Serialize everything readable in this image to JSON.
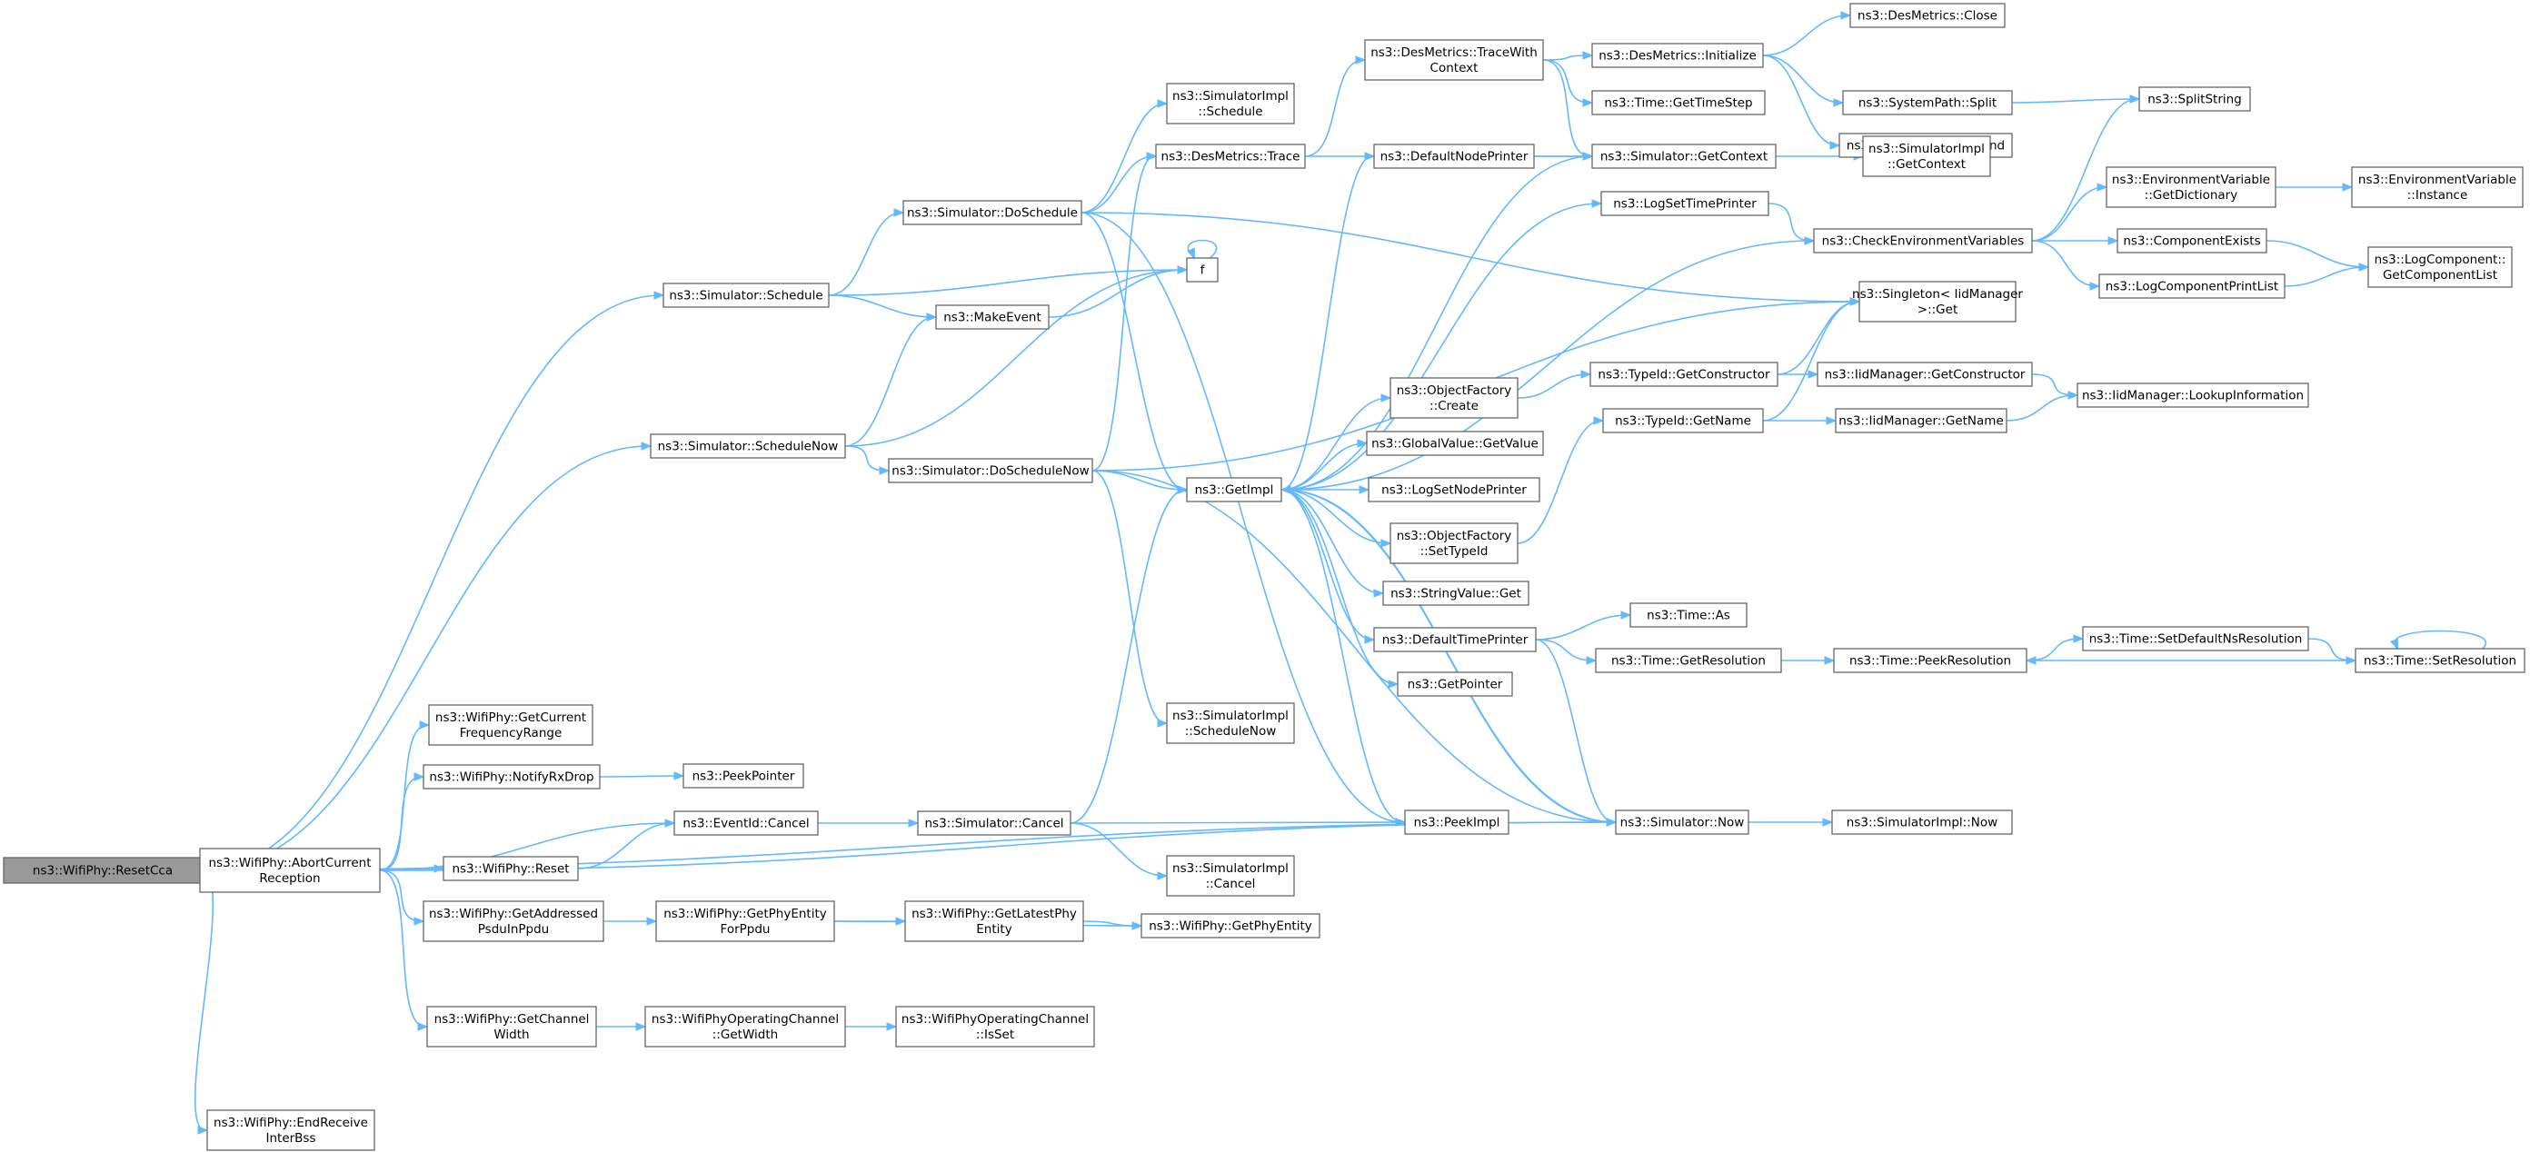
{
  "nodes": [
    {
      "id": "resetcca",
      "lines": [
        "ns3::WifiPhy::ResetCca"
      ]
    },
    {
      "id": "abortrx",
      "lines": [
        "ns3::WifiPhy::AbortCurrent",
        "Reception"
      ]
    },
    {
      "id": "endrxinterbss",
      "lines": [
        "ns3::WifiPhy::EndReceive",
        "InterBss"
      ]
    },
    {
      "id": "schedule",
      "lines": [
        "ns3::Simulator::Schedule"
      ]
    },
    {
      "id": "schedulenow",
      "lines": [
        "ns3::Simulator::ScheduleNow"
      ]
    },
    {
      "id": "getcurfreq",
      "lines": [
        "ns3::WifiPhy::GetCurrent",
        "FrequencyRange"
      ]
    },
    {
      "id": "notifyrxdrop",
      "lines": [
        "ns3::WifiPhy::NotifyRxDrop"
      ]
    },
    {
      "id": "wifireset",
      "lines": [
        "ns3::WifiPhy::Reset"
      ]
    },
    {
      "id": "getaddrpsdu",
      "lines": [
        "ns3::WifiPhy::GetAddressed",
        "PsduInPpdu"
      ]
    },
    {
      "id": "getchanwidth",
      "lines": [
        "ns3::WifiPhy::GetChannel",
        "Width"
      ]
    },
    {
      "id": "doschedule",
      "lines": [
        "ns3::Simulator::DoSchedule"
      ]
    },
    {
      "id": "makeevent",
      "lines": [
        "ns3::MakeEvent"
      ]
    },
    {
      "id": "doschedulenow",
      "lines": [
        "ns3::Simulator::DoScheduleNow"
      ]
    },
    {
      "id": "peekpointer",
      "lines": [
        "ns3::PeekPointer"
      ]
    },
    {
      "id": "eventcancel",
      "lines": [
        "ns3::EventId::Cancel"
      ]
    },
    {
      "id": "getphyentityforppdu",
      "lines": [
        "ns3::WifiPhy::GetPhyEntity",
        "ForPpdu"
      ]
    },
    {
      "id": "opchangetwidth",
      "lines": [
        "ns3::WifiPhyOperatingChannel",
        "::GetWidth"
      ]
    },
    {
      "id": "simimplschedule",
      "lines": [
        "ns3::SimulatorImpl",
        "::Schedule"
      ]
    },
    {
      "id": "desmetricstrace",
      "lines": [
        "ns3::DesMetrics::Trace"
      ]
    },
    {
      "id": "f",
      "lines": [
        "f"
      ]
    },
    {
      "id": "getimpl",
      "lines": [
        "ns3::GetImpl"
      ]
    },
    {
      "id": "simimplschedulenow",
      "lines": [
        "ns3::SimulatorImpl",
        "::ScheduleNow"
      ]
    },
    {
      "id": "simcancel",
      "lines": [
        "ns3::Simulator::Cancel"
      ]
    },
    {
      "id": "getlatestphyentity",
      "lines": [
        "ns3::WifiPhy::GetLatestPhy",
        "Entity"
      ]
    },
    {
      "id": "getphyentity",
      "lines": [
        "ns3::WifiPhy::GetPhyEntity"
      ]
    },
    {
      "id": "opchanisset",
      "lines": [
        "ns3::WifiPhyOperatingChannel",
        "::IsSet"
      ]
    },
    {
      "id": "simimplcancel",
      "lines": [
        "ns3::SimulatorImpl",
        "::Cancel"
      ]
    },
    {
      "id": "tracewithcontext",
      "lines": [
        "ns3::DesMetrics::TraceWith",
        "Context"
      ]
    },
    {
      "id": "defaultnodeprinter",
      "lines": [
        "ns3::DefaultNodePrinter"
      ]
    },
    {
      "id": "objfactcreate",
      "lines": [
        "ns3::ObjectFactory",
        "::Create"
      ]
    },
    {
      "id": "globalvalueget",
      "lines": [
        "ns3::GlobalValue::GetValue"
      ]
    },
    {
      "id": "logsetnodeprinter",
      "lines": [
        "ns3::LogSetNodePrinter"
      ]
    },
    {
      "id": "objfactsettypeid",
      "lines": [
        "ns3::ObjectFactory",
        "::SetTypeId"
      ]
    },
    {
      "id": "stringvalueget",
      "lines": [
        "ns3::StringValue::Get"
      ]
    },
    {
      "id": "defaulttimeprinter",
      "lines": [
        "ns3::DefaultTimePrinter"
      ]
    },
    {
      "id": "getpointer",
      "lines": [
        "ns3::GetPointer"
      ]
    },
    {
      "id": "peekimpl",
      "lines": [
        "ns3::PeekImpl"
      ]
    },
    {
      "id": "desinit",
      "lines": [
        "ns3::DesMetrics::Initialize"
      ]
    },
    {
      "id": "timegetstep",
      "lines": [
        "ns3::Time::GetTimeStep"
      ]
    },
    {
      "id": "simgetcontext",
      "lines": [
        "ns3::Simulator::GetContext"
      ]
    },
    {
      "id": "logsettimeprinter",
      "lines": [
        "ns3::LogSetTimePrinter"
      ]
    },
    {
      "id": "typeidgetctor",
      "lines": [
        "ns3::TypeId::GetConstructor"
      ]
    },
    {
      "id": "typeidgetname",
      "lines": [
        "ns3::TypeId::GetName"
      ]
    },
    {
      "id": "timeas",
      "lines": [
        "ns3::Time::As"
      ]
    },
    {
      "id": "timegetres",
      "lines": [
        "ns3::Time::GetResolution"
      ]
    },
    {
      "id": "simnow",
      "lines": [
        "ns3::Simulator::Now"
      ]
    },
    {
      "id": "desclose",
      "lines": [
        "ns3::DesMetrics::Close"
      ]
    },
    {
      "id": "syspathsplit",
      "lines": [
        "ns3::SystemPath::Split"
      ]
    },
    {
      "id": "syspathappend",
      "lines": [
        "ns3::SystemPath::Append"
      ]
    },
    {
      "id": "simimplgetcontext",
      "lines": [
        "ns3::SimulatorImpl",
        "::GetContext"
      ]
    },
    {
      "id": "checkenv",
      "lines": [
        "ns3::CheckEnvironmentVariables"
      ]
    },
    {
      "id": "singletonget",
      "lines": [
        "ns3::Singleton< IidManager",
        " >::Get"
      ]
    },
    {
      "id": "iidgetctor",
      "lines": [
        "ns3::IidManager::GetConstructor"
      ]
    },
    {
      "id": "iidgetname",
      "lines": [
        "ns3::IidManager::GetName"
      ]
    },
    {
      "id": "peekres",
      "lines": [
        "ns3::Time::PeekResolution"
      ]
    },
    {
      "id": "simimplnow",
      "lines": [
        "ns3::SimulatorImpl::Now"
      ]
    },
    {
      "id": "splitstring",
      "lines": [
        "ns3::SplitString"
      ]
    },
    {
      "id": "envgetdict",
      "lines": [
        "ns3::EnvironmentVariable",
        "::GetDictionary"
      ]
    },
    {
      "id": "compexists",
      "lines": [
        "ns3::ComponentExists"
      ]
    },
    {
      "id": "logcompprintlist",
      "lines": [
        "ns3::LogComponentPrintList"
      ]
    },
    {
      "id": "iidlookup",
      "lines": [
        "ns3::IidManager::LookupInformation"
      ]
    },
    {
      "id": "setdefaultnsres",
      "lines": [
        "ns3::Time::SetDefaultNsResolution"
      ]
    },
    {
      "id": "envinstance",
      "lines": [
        "ns3::EnvironmentVariable",
        "::Instance"
      ]
    },
    {
      "id": "logcompgetlist",
      "lines": [
        "ns3::LogComponent::",
        "GetComponentList"
      ]
    },
    {
      "id": "setres",
      "lines": [
        "ns3::Time::SetResolution"
      ]
    }
  ]
}
